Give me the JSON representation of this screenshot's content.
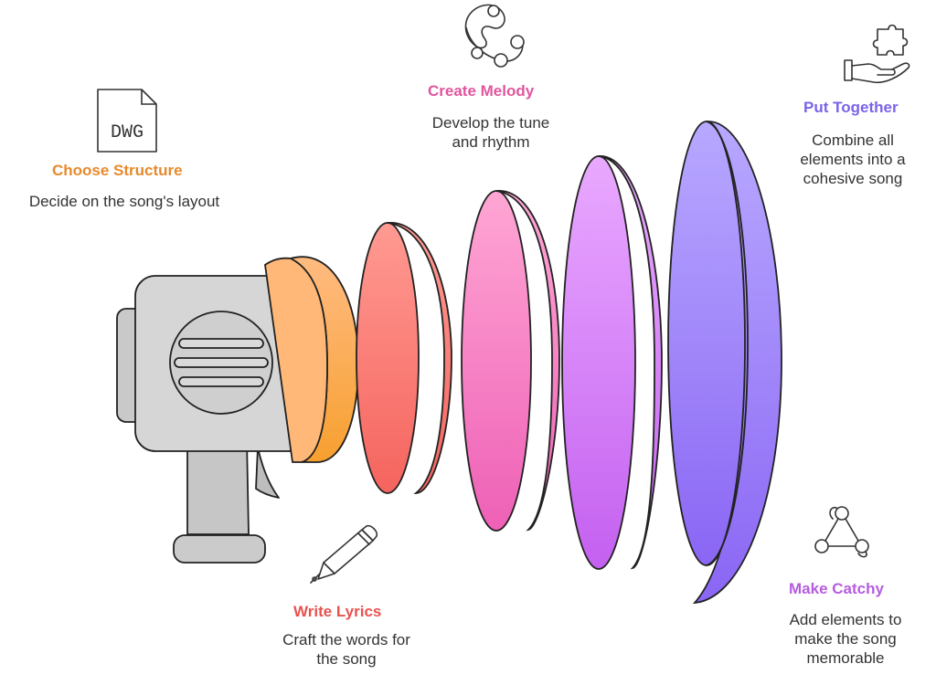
{
  "colors": {
    "structure": "#e8892b",
    "lyrics": "#e8534f",
    "melody": "#e0569e",
    "catchy": "#b55de0",
    "together": "#7b63ea",
    "text": "#333333",
    "outline": "#222222",
    "gun_body": "#d4d4d4",
    "gun_dark": "#bdbdbd"
  },
  "steps": [
    {
      "id": "structure",
      "title": "Choose Structure",
      "desc": "Decide on the song's layout",
      "icon": "dwg-file-icon",
      "icon_text": "DWG",
      "ribbon_top": "#ffbb80",
      "ribbon_bottom": "#f7a030"
    },
    {
      "id": "lyrics",
      "title": "Write Lyrics",
      "desc": "Craft the words for\nthe song",
      "icon": "pen-icon",
      "ribbon_top": "#ff9a92",
      "ribbon_bottom": "#f5645e"
    },
    {
      "id": "melody",
      "title": "Create Melody",
      "desc": "Develop the tune\nand rhythm",
      "icon": "tambourine-icon",
      "ribbon_top": "#ffa6d4",
      "ribbon_bottom": "#ee60b6"
    },
    {
      "id": "catchy",
      "title": "Make Catchy",
      "desc": "Add elements to\nmake the song\nmemorable",
      "icon": "network-icon",
      "ribbon_top": "#e9a9ff",
      "ribbon_bottom": "#c460f0"
    },
    {
      "id": "together",
      "title": "Put Together",
      "desc": "Combine all\nelements into a\ncohesive song",
      "icon": "puzzle-hand-icon",
      "ribbon_top": "#b8a8ff",
      "ribbon_bottom": "#8a66f4"
    }
  ]
}
